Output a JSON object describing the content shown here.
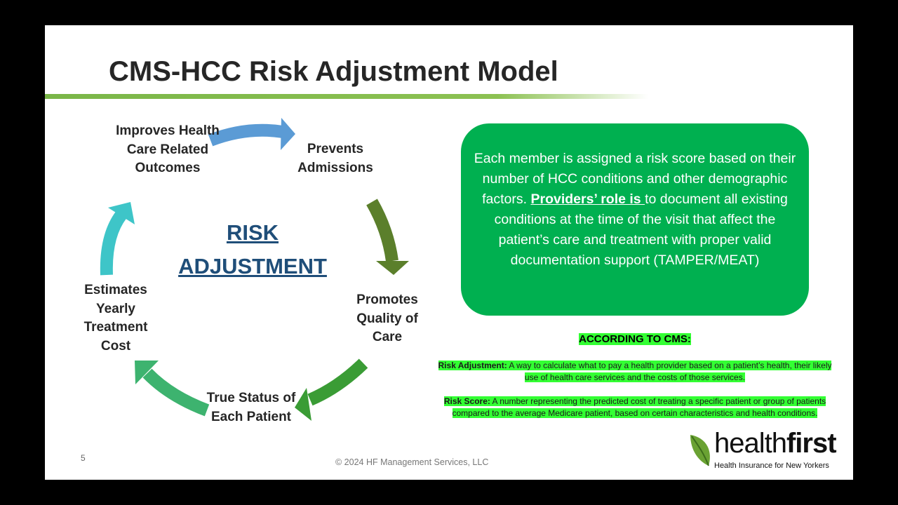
{
  "slide": {
    "title": "CMS-HCC Risk Adjustment Model",
    "page_number": "5",
    "copyright": "© 2024 HF Management Services, LLC"
  },
  "cycle": {
    "center_line1": "RISK",
    "center_line2": "ADJUSTMENT",
    "steps": [
      {
        "label": "Improves Health Care Related Outcomes"
      },
      {
        "label": "Prevents Admissions"
      },
      {
        "label": "Promotes Quality of Care"
      },
      {
        "label": "True Status of Each Patient"
      },
      {
        "label": "Estimates Yearly Treatment Cost"
      }
    ],
    "colors": {
      "blue": "#5b9bd5",
      "olive": "#5b7f2b",
      "green": "#3a9c35",
      "seagreen": "#3db36f",
      "teal": "#3ec5c8"
    }
  },
  "callout": {
    "text_before": "Each member is assigned a risk score based on their number of HCC conditions and other demographic factors. ",
    "emphasis": "Providers’ role is ",
    "text_after": "to document all existing conditions at the time of the visit that affect the patient’s care and treatment with proper valid documentation support (TAMPER/MEAT)",
    "color": "#00b050"
  },
  "cms": {
    "heading": "ACCORDING TO CMS:",
    "definitions": [
      {
        "term": "Risk Adjustment:",
        "text": " A way to calculate what to pay a health provider based on a patient’s health, their likely use of health care services and the costs of those services."
      },
      {
        "term": "Risk Score:",
        "text": " A number representing the predicted cost of treating a specific patient or group of patients compared to the average Medicare patient, based on certain characteristics and health conditions."
      }
    ],
    "highlight_color": "#33ff33"
  },
  "logo": {
    "word_light": "health",
    "word_bold": "first",
    "tagline": "Health Insurance for New Yorkers"
  }
}
